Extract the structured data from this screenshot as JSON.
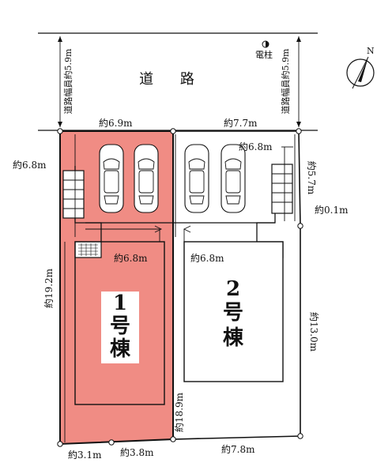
{
  "road": {
    "label": "道 路",
    "width_left": "道路幅員約5.9m",
    "width_right": "道路幅員約5.9m",
    "pole": "電柱"
  },
  "compass": {
    "north": "N"
  },
  "lot1": {
    "fill": "#f08c84",
    "frontage": "約6.9m",
    "left_depth": "約6.8m",
    "side": "約19.2m",
    "setback": "約6.8m",
    "bottom_a": "約3.1m",
    "bottom_b": "約3.8m",
    "building_num": "1",
    "building_label_1": "号",
    "building_label_2": "棟"
  },
  "lot2": {
    "frontage": "約7.7m",
    "top_depth": "約6.8m",
    "right_depth": "約5.7m",
    "offset": "約0.1m",
    "right_side": "約13.0m",
    "middle_side": "約18.9m",
    "setback": "約6.8m",
    "bottom": "約7.8m",
    "building_num": "2",
    "building_label_1": "号",
    "building_label_2": "棟"
  }
}
